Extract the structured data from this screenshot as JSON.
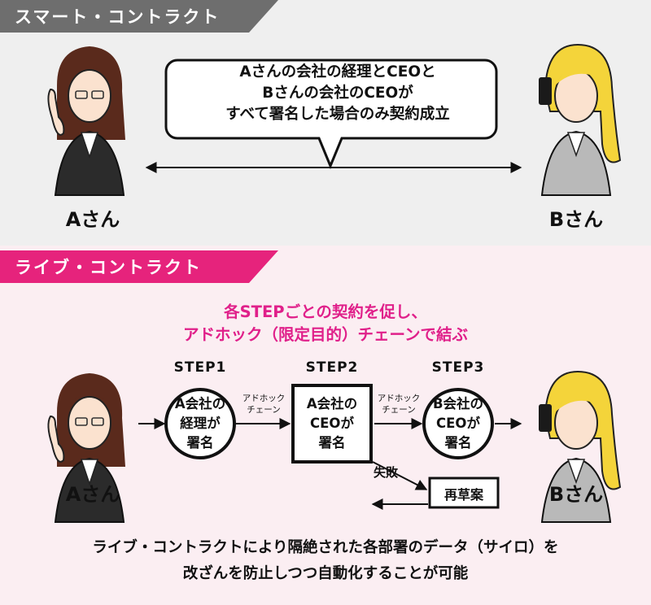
{
  "smart_contract": {
    "banner": "スマート・コントラクト",
    "speech_lines": [
      "Aさんの会社の経理とCEOと",
      "Bさんの会社のCEOが",
      "すべて署名した場合のみ契約成立"
    ],
    "person_a": "Aさん",
    "person_b": "Bさん"
  },
  "live_contract": {
    "banner": "ライブ・コントラクト",
    "headline_lines": [
      "各STEPごとの契約を促し、",
      "アドホック（限定目的）チェーンで結ぶ"
    ],
    "steps": [
      {
        "title": "STEP1",
        "lines": [
          "A会社の",
          "経理が",
          "署名"
        ]
      },
      {
        "title": "STEP2",
        "lines": [
          "A会社の",
          "CEOが",
          "署名"
        ]
      },
      {
        "title": "STEP3",
        "lines": [
          "B会社の",
          "CEOが",
          "署名"
        ]
      }
    ],
    "adhoc_lines": [
      "アドホック",
      "チェーン"
    ],
    "failure": "失敗",
    "redraft": "再草案",
    "person_a": "Aさん",
    "person_b": "Bさん",
    "footer_lines": [
      "ライブ・コントラクトにより隔絶された各部署のデータ（サイロ）を",
      "改ざんを防止しつつ自動化することが可能"
    ]
  },
  "colors": {
    "banner_gray": "#6e6e6e",
    "banner_pink": "#e6237c",
    "headline_pink": "#e0208a",
    "top_bg": "#efefef",
    "bottom_bg": "#fbeef2"
  }
}
